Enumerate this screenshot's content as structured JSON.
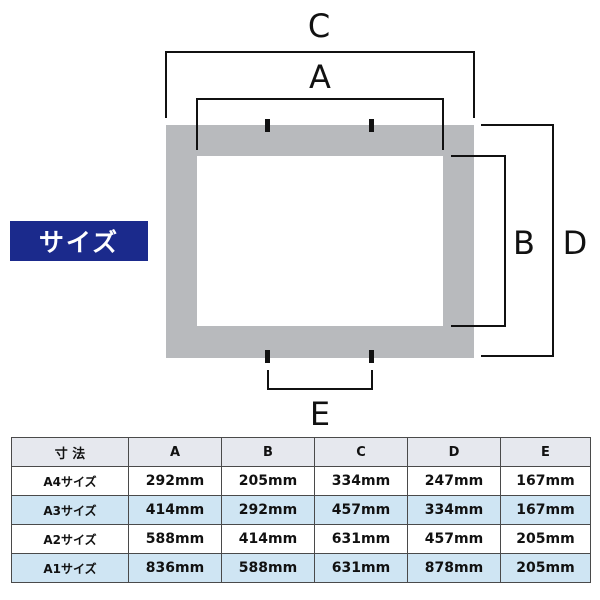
{
  "badge": {
    "label": "サイズ"
  },
  "dimensions": {
    "a": "A",
    "b": "B",
    "c": "C",
    "d": "D",
    "e": "E"
  },
  "colors": {
    "frame": "#b8babd",
    "badge": "#1b2a8c",
    "row_highlight": "#cfe5f3",
    "header": "#e6e8ee"
  },
  "table": {
    "headers": [
      "寸 法",
      "A",
      "B",
      "C",
      "D",
      "E"
    ],
    "rows": [
      {
        "name": "A4サイズ",
        "values": [
          "292mm",
          "205mm",
          "334mm",
          "247mm",
          "167mm"
        ]
      },
      {
        "name": "A3サイズ",
        "values": [
          "414mm",
          "292mm",
          "457mm",
          "334mm",
          "167mm"
        ]
      },
      {
        "name": "A2サイズ",
        "values": [
          "588mm",
          "414mm",
          "631mm",
          "457mm",
          "205mm"
        ]
      },
      {
        "name": "A1サイズ",
        "values": [
          "836mm",
          "588mm",
          "631mm",
          "878mm",
          "205mm"
        ]
      }
    ]
  }
}
